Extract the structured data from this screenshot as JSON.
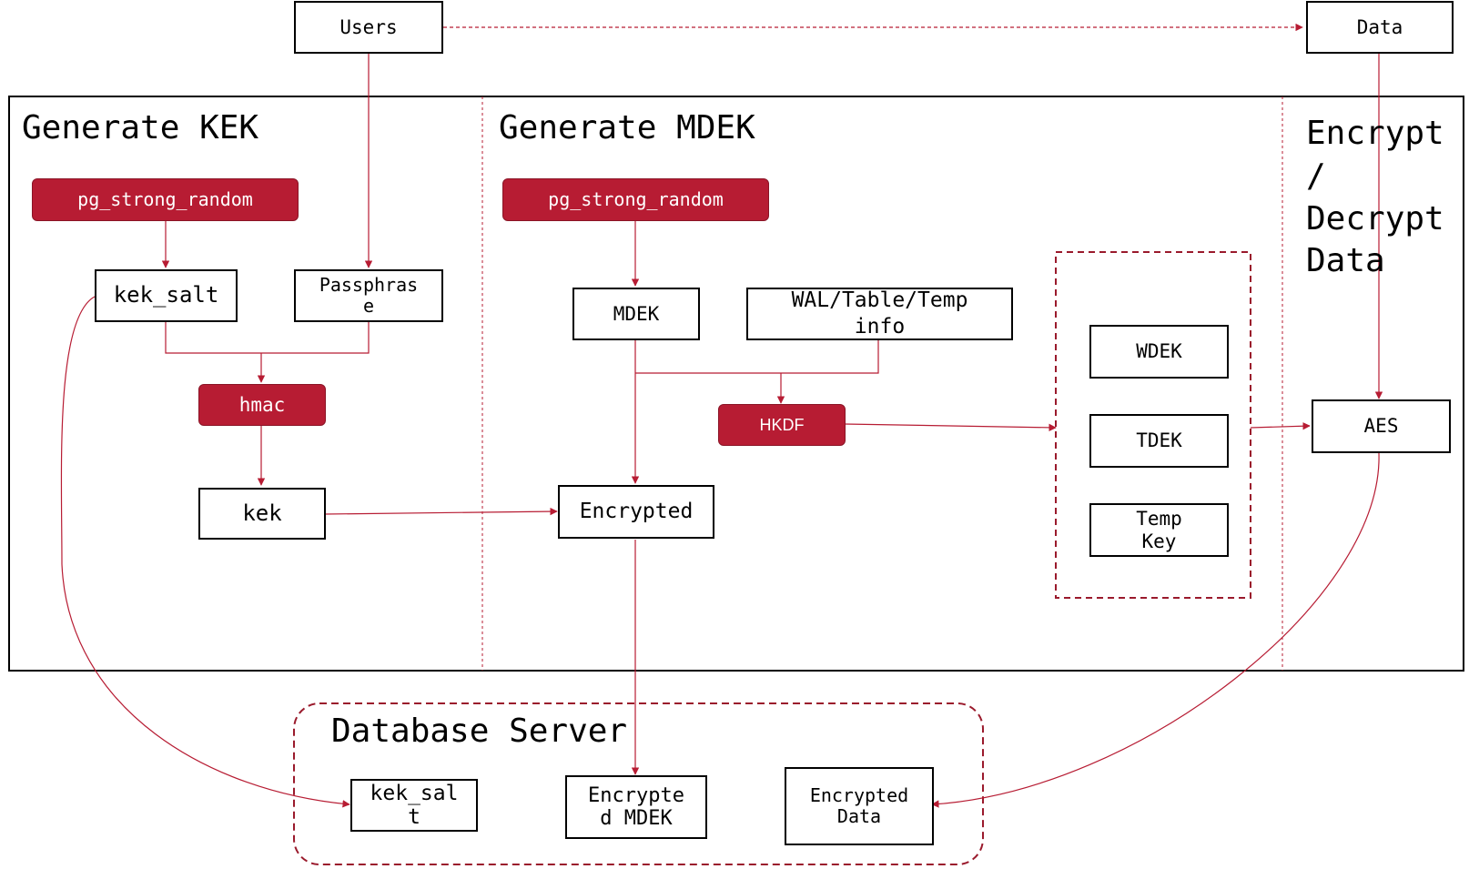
{
  "sections": {
    "kek": "Generate KEK",
    "mdek": "Generate MDEK",
    "encrypt": "Encrypt\n/\nDecrypt\nData",
    "db": "Database Server"
  },
  "nodes": {
    "users": "Users",
    "data": "Data",
    "kek_random": "pg_strong_random",
    "mdek_random": "pg_strong_random",
    "kek_salt": "kek_salt",
    "passphrase": "Passphras\ne",
    "hmac": "hmac",
    "kek": "kek",
    "mdek": "MDEK",
    "wal_info": "WAL/Table/Temp\ninfo",
    "hkdf": "HKDF",
    "encrypted": "Encrypted",
    "wdek": "WDEK",
    "tdek": "TDEK",
    "temp_key": "Temp\nKey",
    "aes": "AES",
    "db_kek_salt": "kek_sal\nt",
    "db_encrypted_mdek": "Encrypte\nd MDEK",
    "db_encrypted_data": "Encrypted\nData"
  },
  "colors": {
    "accent": "#b71c33",
    "line": "#b71c33",
    "border": "#000000"
  }
}
